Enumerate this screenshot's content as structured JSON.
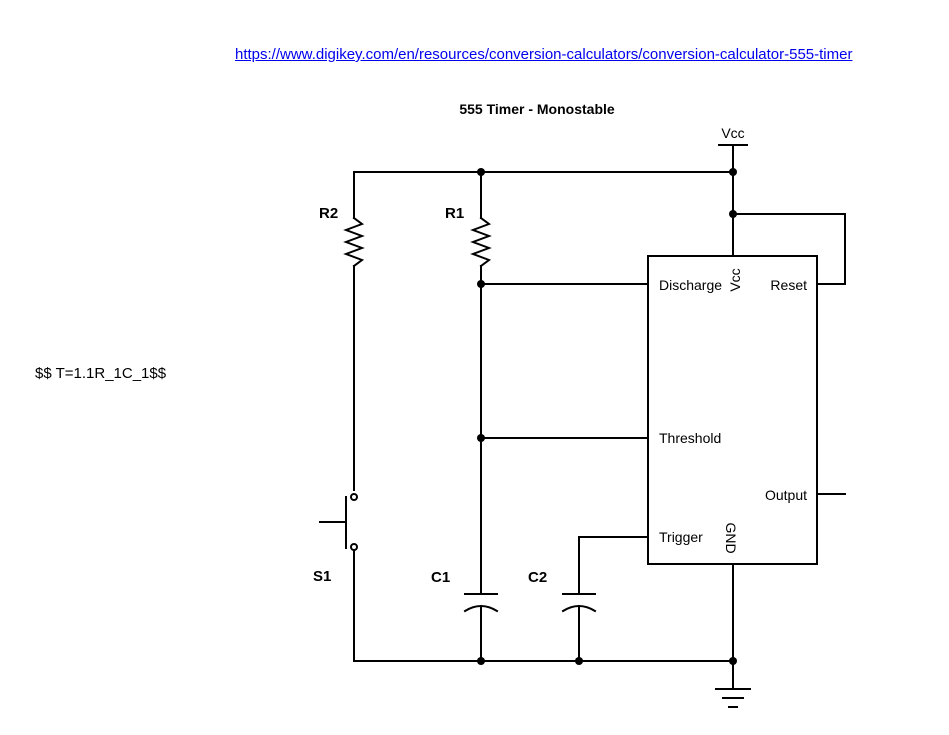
{
  "link": "https://www.digikey.com/en/resources/conversion-calculators/conversion-calculator-555-timer",
  "formula": "$$ T=1.1R_1C_1$$",
  "diagram": {
    "title": "555 Timer - Monostable",
    "supply": "Vcc",
    "components": {
      "r2": "R2",
      "r1": "R1",
      "s1": "S1",
      "c1": "C1",
      "c2": "C2"
    },
    "chip_pins": {
      "discharge": "Discharge",
      "vcc": "Vcc",
      "reset": "Reset",
      "threshold": "Threshold",
      "output": "Output",
      "trigger": "Trigger",
      "gnd": "GND"
    }
  }
}
